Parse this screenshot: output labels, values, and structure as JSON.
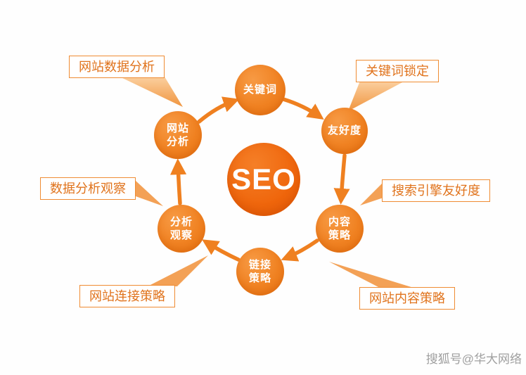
{
  "center": {
    "label": "SEO"
  },
  "nodes": [
    {
      "id": "site-analysis",
      "label": "网站分析",
      "lines": [
        "网站",
        "分析"
      ]
    },
    {
      "id": "keywords",
      "label": "关键词",
      "lines": [
        "关键词"
      ]
    },
    {
      "id": "friendliness",
      "label": "友好度",
      "lines": [
        "友好度"
      ]
    },
    {
      "id": "content-strategy",
      "label": "内容策略",
      "lines": [
        "内容",
        "策略"
      ]
    },
    {
      "id": "link-strategy",
      "label": "链接策略",
      "lines": [
        "链接",
        "策略"
      ]
    },
    {
      "id": "analysis-observation",
      "label": "分析观察",
      "lines": [
        "分析",
        "观察"
      ]
    }
  ],
  "callouts": [
    {
      "id": "site-data-analysis",
      "label": "网站数据分析"
    },
    {
      "id": "keyword-lock",
      "label": "关键词锁定"
    },
    {
      "id": "data-analysis-observation",
      "label": "数据分析观察"
    },
    {
      "id": "search-engine-friendliness",
      "label": "搜索引擎友好度"
    },
    {
      "id": "site-link-strategy",
      "label": "网站连接策略"
    },
    {
      "id": "site-content-strategy",
      "label": "网站内容策略"
    }
  ],
  "cycle_order": [
    "网站分析",
    "关键词",
    "友好度",
    "内容策略",
    "链接策略",
    "分析观察"
  ],
  "watermark": {
    "text": "搜狐号@华大网络"
  },
  "colors": {
    "center_circle": "#ef660c",
    "node_circle": "#f08222",
    "arrow": "#ef8020",
    "callout_border": "#ef8c33",
    "callout_text": "#e0731c",
    "callout_tail": "#f3a156",
    "watermark_text": "#9f9f9f",
    "background": "#fefefe"
  }
}
